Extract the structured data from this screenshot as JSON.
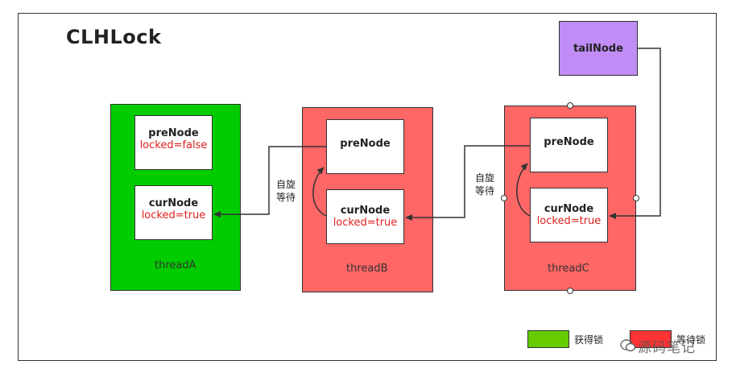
{
  "title": "CLHLock",
  "tail_node": {
    "label": "tailNode"
  },
  "threads": [
    {
      "id": "A",
      "label": "threadA",
      "color": "#00cc00",
      "pre": {
        "name": "preNode",
        "state": "locked=false"
      },
      "cur": {
        "name": "curNode",
        "state": "locked=true"
      }
    },
    {
      "id": "B",
      "label": "threadB",
      "color": "#ff6666",
      "pre": {
        "name": "preNode",
        "state": ""
      },
      "cur": {
        "name": "curNode",
        "state": "locked=true"
      }
    },
    {
      "id": "C",
      "label": "threadC",
      "color": "#ff6666",
      "pre": {
        "name": "preNode",
        "state": ""
      },
      "cur": {
        "name": "curNode",
        "state": "locked=true"
      }
    }
  ],
  "spin_labels": [
    "自旋",
    "等待"
  ],
  "legend": [
    {
      "label": "获得锁",
      "color": "#66cc00"
    },
    {
      "label": "等待锁",
      "color": "#ff3333"
    }
  ],
  "watermark": "源码笔记"
}
